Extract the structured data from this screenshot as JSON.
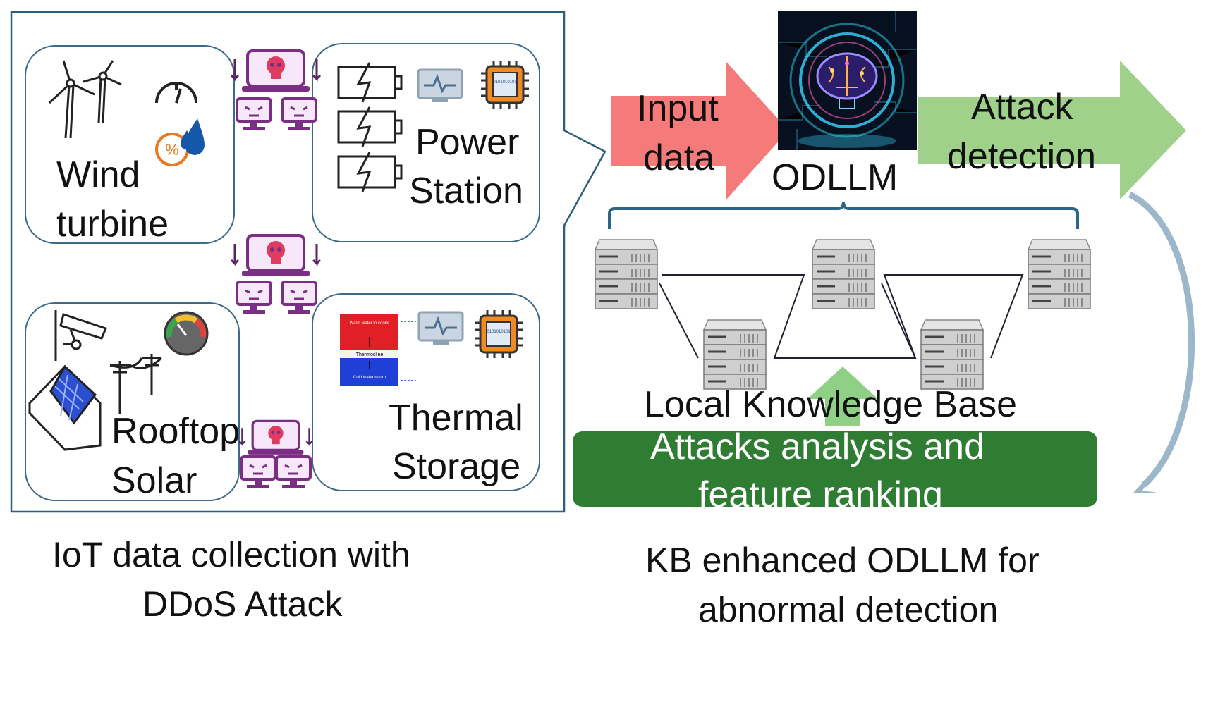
{
  "iot_panel": {
    "wind": {
      "line1": "Wind",
      "line2": "turbine",
      "icons": [
        "wind-turbine-icon",
        "gauge-icon",
        "humidity-icon"
      ]
    },
    "power": {
      "line1": "Power",
      "line2": "Station",
      "icons": [
        "battery-charging-icon",
        "waveform-monitor-icon",
        "chip-icon"
      ]
    },
    "rooftop": {
      "line1": "Rooftop",
      "line2": "Solar",
      "icons": [
        "security-camera-icon",
        "speedometer-icon",
        "solar-house-icon",
        "power-pole-icon"
      ]
    },
    "thermal": {
      "line1": "Thermal",
      "line2": "Storage",
      "tank_top": "Warm water to cooler",
      "tank_mid": "Thermocline",
      "tank_bottom": "Cold water return",
      "icons": [
        "thermal-tank-icon",
        "waveform-monitor-icon",
        "chip-icon"
      ]
    },
    "chip_text": "0101010101",
    "attack_icons": [
      "malicious-laptop-icon",
      "botnet-computer-icon"
    ],
    "caption_line1": "IoT data collection with",
    "caption_line2": "DDoS Attack"
  },
  "pipeline": {
    "input_line1": "Input",
    "input_line2": "data",
    "model_label": "ODLLM",
    "model_icon": "ai-brain-icon",
    "output_line1": "Attack",
    "output_line2": "detection",
    "colors": {
      "input_arrow": "#f57b7b",
      "output_arrow": "#9fd18b",
      "kb_box": "#2e7d32",
      "curve": "#9bb7c9"
    }
  },
  "knowledge_base": {
    "title": "Local Knowledge Base",
    "box_line1": "Attacks analysis and",
    "box_line2": "feature ranking",
    "server_icon": "server-rack-icon",
    "caption_line1": "KB enhanced ODLLM for",
    "caption_line2": "abnormal detection"
  }
}
